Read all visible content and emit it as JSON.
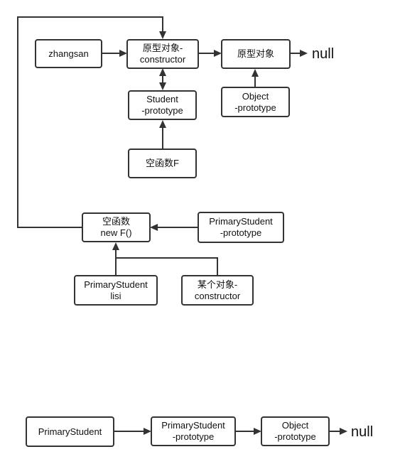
{
  "nodes": {
    "zhangsan": [
      "zhangsan"
    ],
    "proto_constructor": [
      "原型对象-",
      "constructor"
    ],
    "proto_obj": [
      "原型对象"
    ],
    "null_top": [
      "null"
    ],
    "student_prototype": [
      "Student",
      "-prototype"
    ],
    "object_prototype_top": [
      "Object",
      "-prototype"
    ],
    "empty_fn_f": [
      "空函数F"
    ],
    "empty_fn_new": [
      "空函数",
      "new F()"
    ],
    "primary_student_prototype_top": [
      "PrimaryStudent",
      "-prototype"
    ],
    "primary_student_lisi": [
      "PrimaryStudent",
      "lisi"
    ],
    "some_obj_constructor": [
      "某个对象-",
      "constructor"
    ],
    "primary_student": [
      "PrimaryStudent"
    ],
    "primary_student_prototype_bottom": [
      "PrimaryStudent",
      "-prototype"
    ],
    "object_prototype_bottom": [
      "Object",
      "-prototype"
    ],
    "null_bottom": [
      "null"
    ]
  }
}
